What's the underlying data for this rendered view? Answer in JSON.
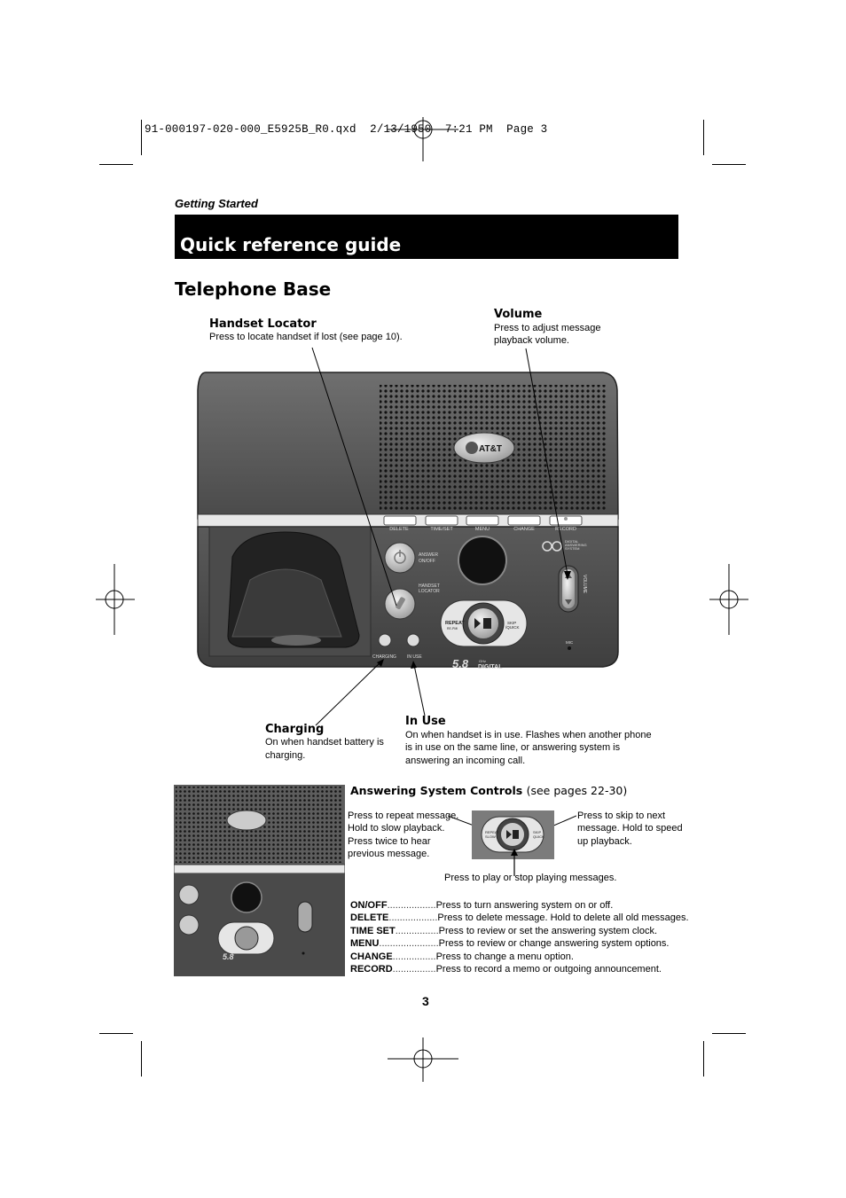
{
  "slug": "91-000197-020-000_E5925B_R0.qxd  2/13/1950  7:21 PM  Page 3",
  "section": "Getting Started",
  "banner_title": "Quick reference guide",
  "page_title": "Telephone Base",
  "callouts": {
    "handset_locator": {
      "title": "Handset Locator",
      "text": "Press to locate handset if lost (see page 10)."
    },
    "volume": {
      "title": "Volume",
      "text_1": "Press to adjust message",
      "text_2": "playback volume."
    },
    "charging": {
      "title": "Charging",
      "text_1": "On when handset battery is",
      "text_2": "charging."
    },
    "in_use": {
      "title": "In Use",
      "text_1": "On when handset is in use. Flashes when another phone",
      "text_2": "is in use on the same line, or answering system is",
      "text_3": "answering an incoming call."
    }
  },
  "device": {
    "brand": "AT&T",
    "buttons": [
      "DELETE",
      "TIME/SET",
      "MENU",
      "CHANGE",
      "RECORD"
    ],
    "answer_label_1": "ANSWER",
    "answer_label_2": "ON/OFF",
    "locator_label_1": "HANDSET",
    "locator_label_2": "LOCATOR",
    "das_1": "DIGITAL",
    "das_2": "ANSWERING",
    "das_3": "SYSTEM",
    "volume": "VOLUME",
    "repeat": "REPEAT",
    "repeat_sub": "RE-PMI",
    "skip": "SKIP",
    "skip_sub": "/QUICK",
    "charging": "CHARGING",
    "in_use": "IN USE",
    "mic": "MIC",
    "model": "5.8",
    "ghz": "GHz",
    "digital": "DIGITAL"
  },
  "small_device": {
    "repeat_1": "REPEAT",
    "repeat_2": "SLOW",
    "skip_1": "SKIP",
    "skip_2": "QUICK"
  },
  "answering": {
    "title": "Answering System Controls",
    "pages": "(see pages 22-30)",
    "repeat_1": "Press to repeat message.",
    "repeat_2": "Hold to slow playback.",
    "repeat_3": "Press twice to hear",
    "repeat_4": "previous message.",
    "skip_1": "Press to skip to next",
    "skip_2": "message. Hold to speed",
    "skip_3": "up playback.",
    "play": "Press to play or stop playing messages."
  },
  "controls": [
    {
      "key": "ON/OFF",
      "dots": "..................",
      "desc": "Press to turn answering system on or off."
    },
    {
      "key": "DELETE",
      "dots": "..................",
      "desc": "Press to delete message. Hold to delete all old messages."
    },
    {
      "key": "TIME SET",
      "dots": "................",
      "desc": "Press to review or set the answering system clock."
    },
    {
      "key": "MENU",
      "dots": "......................",
      "desc": "Press to review or change answering system options."
    },
    {
      "key": "CHANGE",
      "dots": "................",
      "desc": "Press to change a menu option."
    },
    {
      "key": "RECORD",
      "dots": "................",
      "desc": "Press to record a memo or outgoing announcement."
    }
  ],
  "page_number": "3"
}
